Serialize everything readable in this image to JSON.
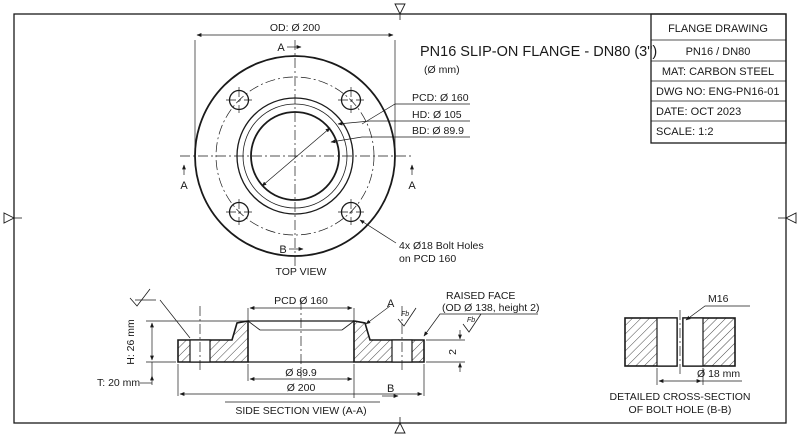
{
  "title_block": {
    "rows": [
      "FLANGE DRAWING",
      "PN16 / DN80",
      "MAT: CARBON STEEL",
      "DWG NO: ENG-PN16-01",
      "DATE: OCT 2023",
      "SCALE: 1:2"
    ]
  },
  "heading": {
    "title": "PN16 SLIP-ON FLANGE - DN80 (3\")",
    "units": "(Ø mm)"
  },
  "top_view": {
    "od_label": "OD: Ø 200",
    "pcd_label": "PCD: Ø 160",
    "hd_label": "HD: Ø 105",
    "bd_label": "BD: Ø 89.9",
    "bolt_holes_line1": "4x Ø18 Bolt Holes",
    "bolt_holes_line2": "on PCD 160",
    "caption": "TOP VIEW",
    "section_a": "A",
    "section_b": "B"
  },
  "side_view": {
    "pcd_label": "PCD Ø 160",
    "bore_label": "Ø 89.9",
    "od_label": "Ø 200",
    "height_label": "H: 26 mm",
    "thickness_label": "T: 20 mm",
    "raised_face_line1": "RAISED FACE",
    "raised_face_line2": "(OD Ø 138, height 2)",
    "rf_height": "2",
    "finish_symbol": "Fb",
    "caption": "SIDE SECTION VIEW (A-A)",
    "marker_a": "A",
    "marker_b": "B"
  },
  "detail_view": {
    "thread_label": "M16",
    "hole_label": "Ø 18 mm",
    "caption_line1": "DETAILED CROSS-SECTION",
    "caption_line2": "OF BOLT HOLE (B-B)"
  }
}
